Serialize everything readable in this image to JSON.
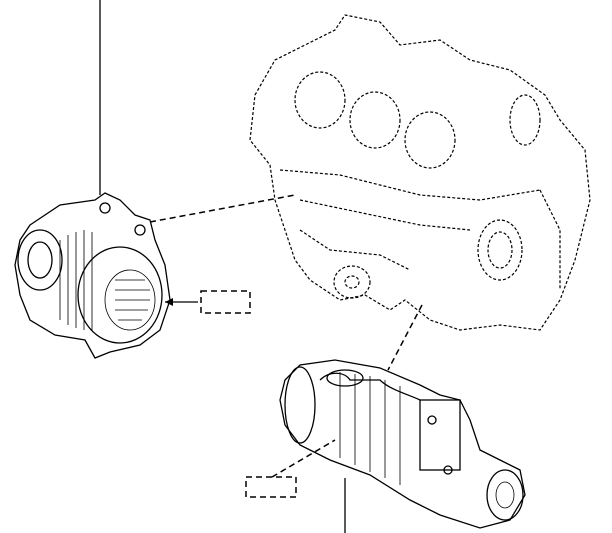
{
  "colors": {
    "ink": "#000000",
    "background": "#ffffff"
  },
  "icons": [
    "alternator-drawing",
    "engine-block-drawing",
    "starter-motor-drawing"
  ]
}
